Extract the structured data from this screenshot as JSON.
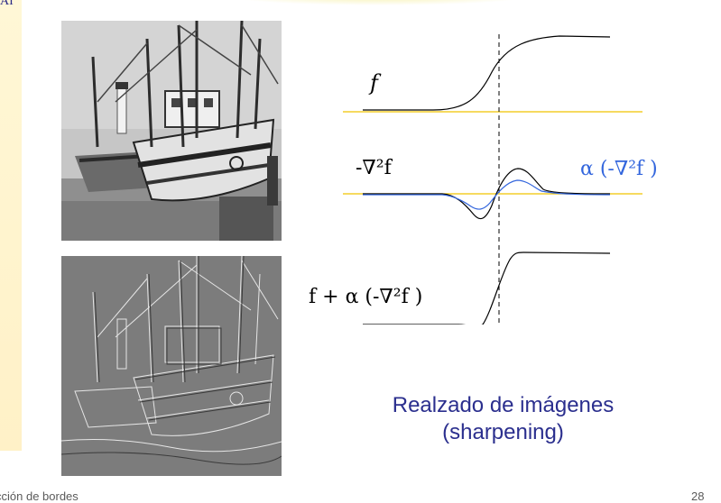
{
  "slide": {
    "corner_text": "AI",
    "label_f": "f",
    "label_laplacian": "-∇²f",
    "label_alpha_laplacian": "α (-∇²f )",
    "label_sum": "f  + α (-∇²f )",
    "caption_line1": "Realzado de imágenes",
    "caption_line2": "(sharpening)",
    "footer_left": "cción de bordes",
    "footer_right": "28"
  },
  "colors": {
    "caption": "#2b2f8e",
    "curve": "#000000",
    "alpha_curve": "#3366dd",
    "baseline": "#f0c400"
  }
}
